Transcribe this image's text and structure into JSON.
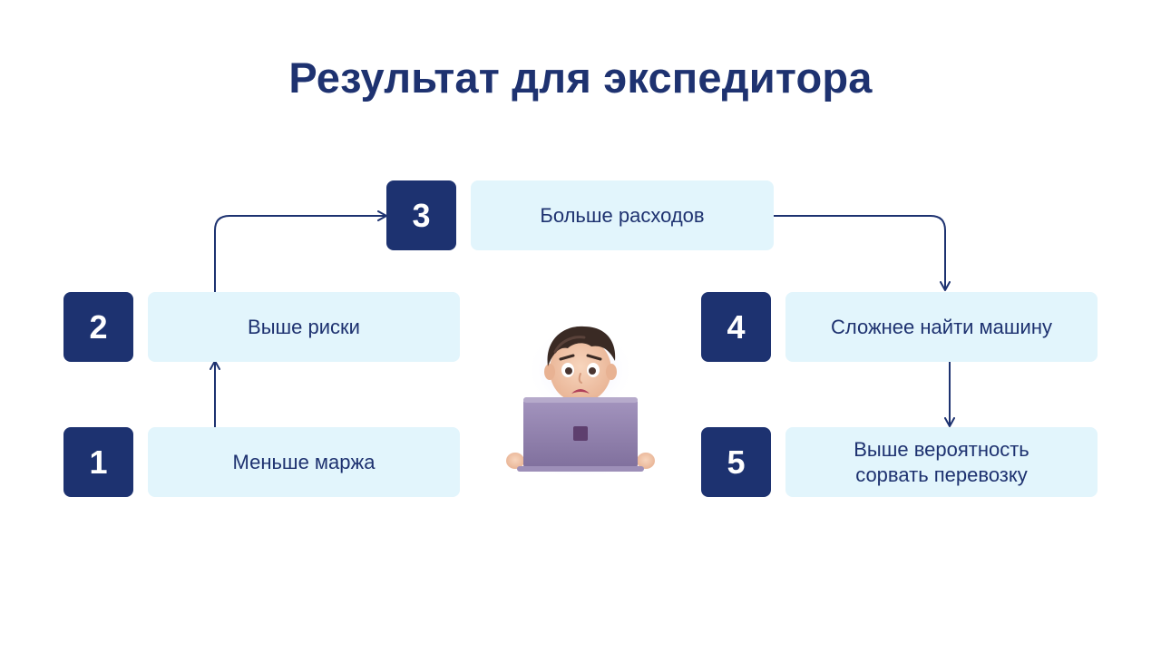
{
  "title": "Результат для экспедитора",
  "steps": [
    {
      "number": "1",
      "label": "Меньше маржа"
    },
    {
      "number": "2",
      "label": "Выше риски"
    },
    {
      "number": "3",
      "label": "Больше расходов"
    },
    {
      "number": "4",
      "label": "Сложнее найти машину"
    },
    {
      "number": "5",
      "label": "Выше вероятность\nсорвать перевозку"
    }
  ],
  "colors": {
    "accent": "#1d3270",
    "box": "#e2f5fc",
    "laptop": "#8f7fab"
  },
  "icons": [
    "worried-person-laptop-icon"
  ]
}
